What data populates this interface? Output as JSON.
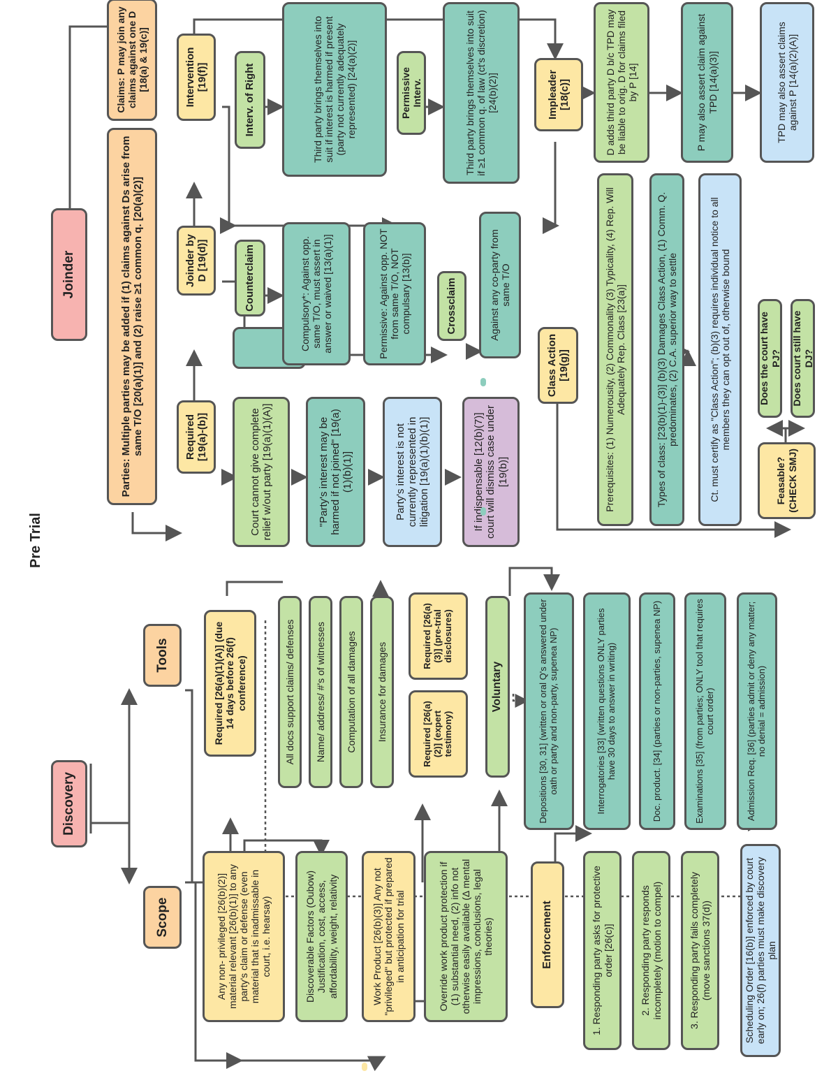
{
  "title": "Pre Trial",
  "joinder": {
    "root": "Joinder",
    "claims": "Claims: P may join any claims against one D [18(a) & 19(c)]",
    "parties": "Parties: Multiple parties may be added if (1) claims against Ds arise from same T/O [20(a)(1)] and (2) raise ≥1 common q. [20(a)(2)]",
    "required": "Required [19(a)-(b)]",
    "req_1": "Court cannot give complete relief w/out party [19(a)(1)(A)]",
    "req_2": "\"Party's interest may be harmed if not joined\" [19(a)(1)(b)(1)]",
    "req_3": "Party's interest is not currently represented in litigation [19(a)(1)(b)(1)]",
    "req_4": "If indispensable [12(b)(7)] court will dismiss case under [19(b)]",
    "joinder_by_d": "Joinder by D [19(d)]",
    "counterclaim": "Counterclaim",
    "compulsory": "Compulsory*: Against opp. same T/O, must assert in answer or waived [13(a)(1)]",
    "permissive": "Permissive: Against opp. NOT from same T/O, NOT compulsary [13(b)]",
    "crossclaim": "Crossclaim",
    "crossclaim_desc": "Against any co-party from same T/O",
    "intervention": "Intervention [19(f)]",
    "interv_right": "Interv. of Right",
    "interv_right_desc": "Third party brings themselves into suit if interest is harmed if present (party not currently adequately represented) [24(a)(2)]",
    "perm_interv": "Permissive Interv.",
    "perm_interv_desc": "Third party brings themselves into suit if ≥1 common q. of law (ct's discretion) [24(b)(2)]",
    "impleader": "Impleader [18(c)]",
    "imp_1": "D adds third party D b/c TPD may be liable to orig. D for claims filed by P [14]",
    "imp_2": "P may also assert claim against TPD [14(a)(3)]",
    "imp_3": "TPD may also assert claims against P [14(a)(2)(A)]",
    "class_action": "Class Action [19(g)]",
    "ca_prereq": "Prerequisites: (1) Numerousity, (2) Commonality (3) Typicality, (4) Rep. Will Adequately Rep. Class [23(a)]",
    "ca_types": "Types of class: [23(b)(1)-(3)] (b)(3) Damages Class Action, (1) Comm. Q. predominates, (2) C.A. superior way to settle",
    "ca_certify": "Ct. must certify as \"Class Action\"; (b)(3) requires individual notice to all members they can opt out of, otherwise bound",
    "feasible": "Feasable? (CHECK SMJ)",
    "pj": "Does the court have PJ?",
    "dj": "Does court still have DJ?"
  },
  "discovery": {
    "root": "Discovery",
    "scope": "Scope",
    "tools": "Tools",
    "scope_1": "Any non- privileged [26(b)(2)] material relevant [26(b)(1)] to any party's claim or defense (even material that is inadmissable in court, i.e. hearsay)",
    "scope_2": "Discoverable Factors (Oubow) Justification, cost, access, affordability, weight, relativity",
    "scope_3": "Work Product [26(b)(3)] Any not \"privileged\" but protected if prepared in anticipation for trial",
    "scope_4": "Override work product protection if (1) substantial need, (2) info not otherwise easily available (Δ mental impressions, conclusions, legal theories)",
    "required_main": "Required [26(a)(1)(A)] (due 14 days before 26(f) conference)",
    "req_items": [
      "All docs support claims/ defenses",
      "Name/ address/ #'s of witnesses",
      "Computation of all damages",
      "Insurance for damages"
    ],
    "req_expert": "Required [26(a)(2)] (expert testimony)",
    "req_pretrial": "Required [26(a)(3)] (pre-trial disclosures)",
    "voluntary": "Voluntary",
    "vol_items": [
      "Depositions [30, 31] (written or oral Q's answered under oath or party and non-party, supenea NP)",
      "Interrogatories [33] (written questions ONLY parties have 30 days to answer in writing)",
      "Doc. product. [34] (parties or non-parties, supenea NP)",
      "Examinations [35] (from parties; ONLY tool that requires court order)",
      "Admission Req. [36] (parties admit or deny any matter; no denial = admission)"
    ],
    "enforcement": "Enforcement",
    "enf_items": [
      "1. Responding party asks for protective order [26(c)]",
      "2. Responding party responds incompletely (motion to compel)",
      "3. Responding party fails completely (move sanctions 37(d))"
    ],
    "scheduling": "Scheduling Order [16(b)] enforced by court early on; 26(f) parties must make discovery plan"
  },
  "colors": {
    "pink": "#f7b3b0",
    "orange": "#fcd3a1",
    "yellow": "#fde7a4",
    "green": "#c3e2a5",
    "teal": "#8dcdbd",
    "blue": "#c8e3f7",
    "purple": "#d6bcd9",
    "line": "#555555"
  }
}
